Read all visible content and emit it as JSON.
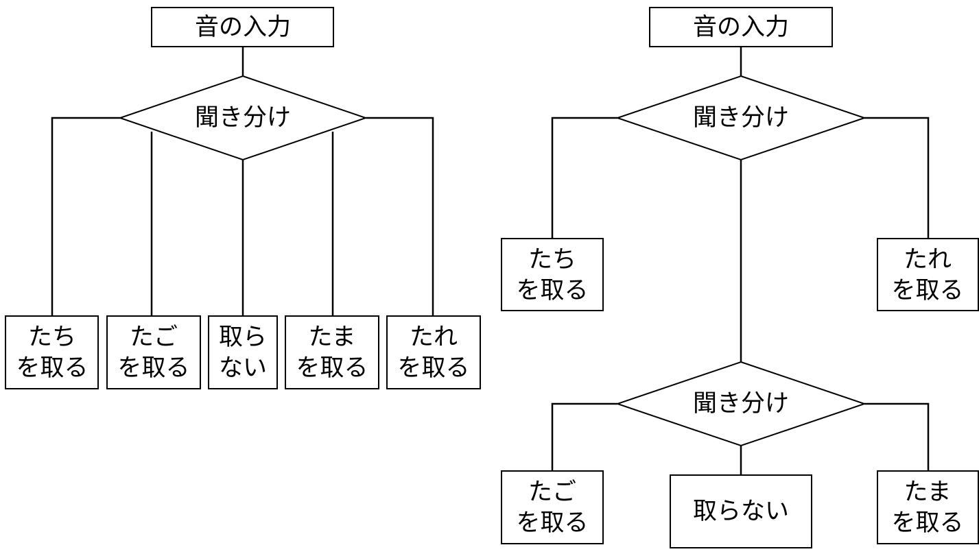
{
  "left": {
    "input": "音の入力",
    "decision": "聞き分け",
    "outcomes": [
      [
        "たち",
        "を取る"
      ],
      [
        "たご",
        "を取る"
      ],
      [
        "取ら",
        "ない"
      ],
      [
        "たま",
        "を取る"
      ],
      [
        "たれ",
        "を取る"
      ]
    ]
  },
  "right": {
    "input": "音の入力",
    "decision1": "聞き分け",
    "outcome_left": [
      "たち",
      "を取る"
    ],
    "outcome_right": [
      "たれ",
      "を取る"
    ],
    "decision2": "聞き分け",
    "outcomes2": [
      [
        "たご",
        "を取る"
      ],
      [
        "取らない"
      ],
      [
        "たま",
        "を取る"
      ]
    ]
  }
}
